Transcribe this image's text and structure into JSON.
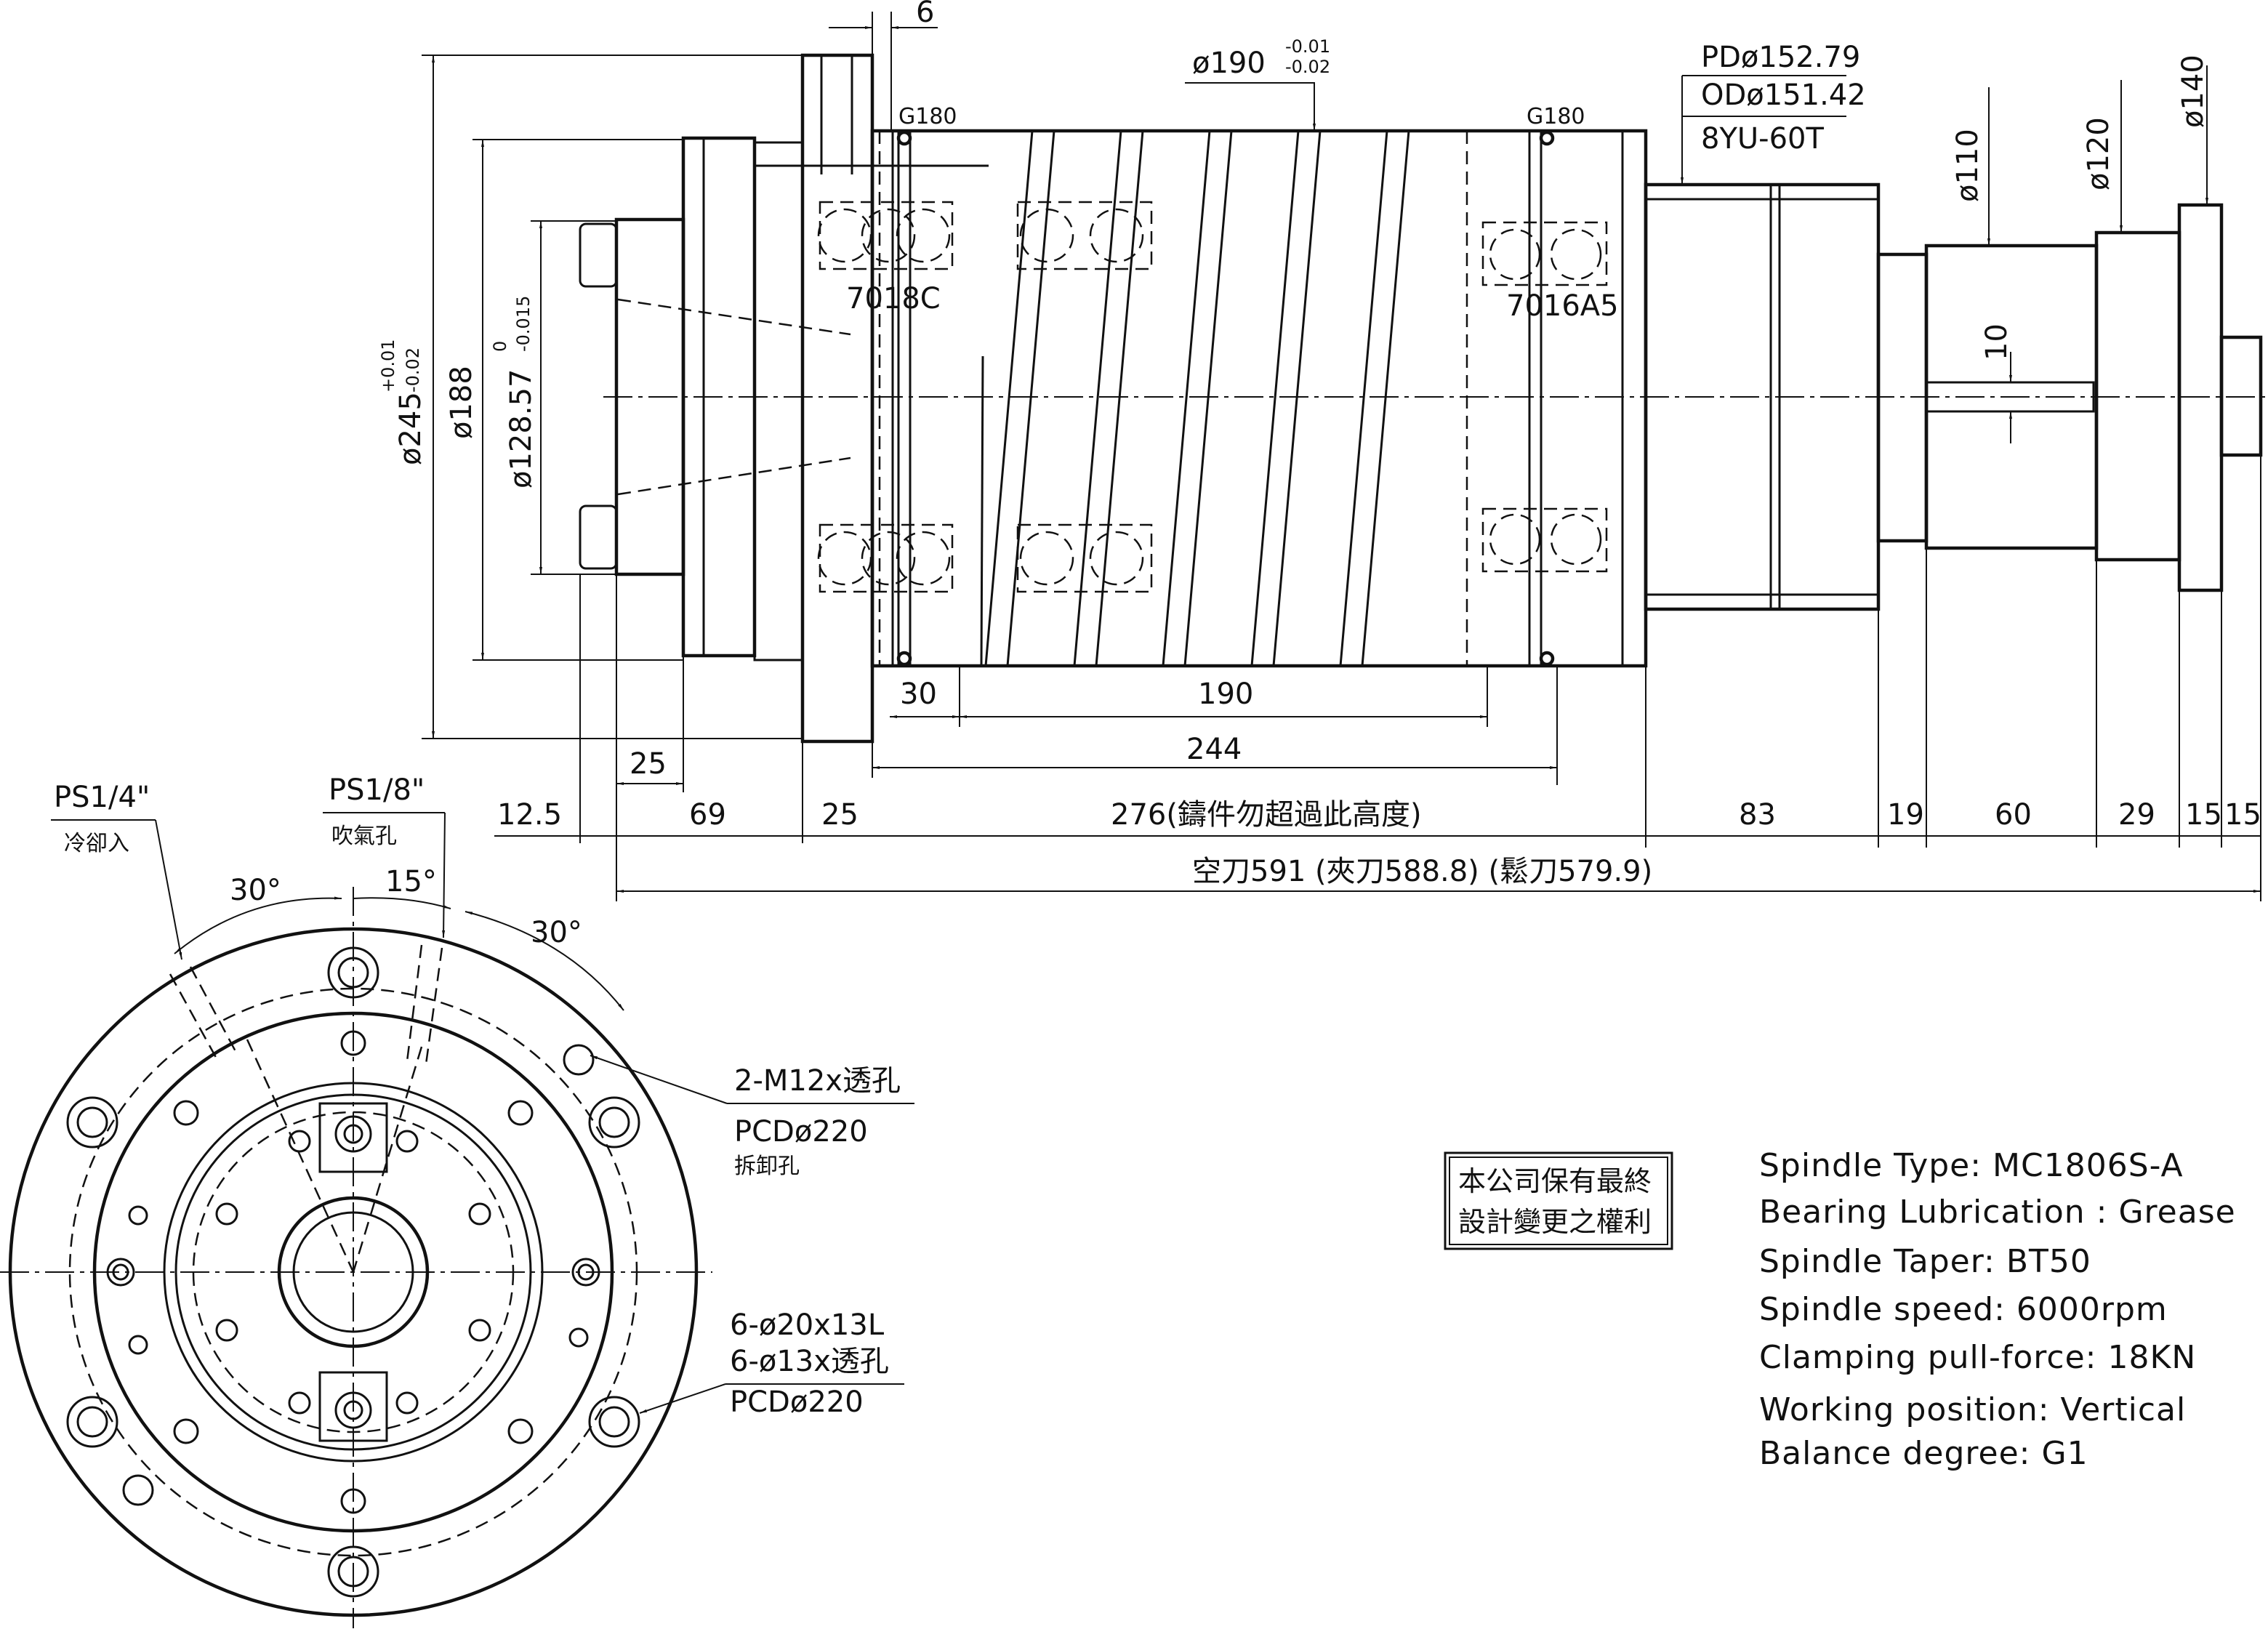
{
  "spindle": {
    "dims": {
      "d6": "6",
      "d190tol": "ø190",
      "d190tol_up": "-0.01",
      "d190tol_lo": "-0.02",
      "pd": "PDø152.79",
      "od": "ODø151.42",
      "belt": "8YU-60T",
      "d110": "ø110",
      "d120": "ø120",
      "d140": "ø140",
      "g180a": "G180",
      "g180b": "G180",
      "b7018": "7018C",
      "b7016": "7016A5",
      "d245": "ø245",
      "d245_up": "+0.01",
      "d245_lo": "-0.02",
      "d188": "ø188",
      "d128": "ø128.57",
      "d128_up": "0",
      "d128_lo": "-0.015",
      "d10": "10",
      "d30": "30",
      "d190": "190",
      "d244": "244",
      "d25a": "25",
      "d12_5": "12.5",
      "d69": "69",
      "d25b": "25",
      "d276": "276(鑄件勿超過此高度)",
      "d83": "83",
      "d19": "19",
      "d60": "60",
      "d29": "29",
      "d15a": "15",
      "d15b": "15",
      "total": "空刀591 (夾刀588.8) (鬆刀579.9)"
    }
  },
  "front_view": {
    "ps14": "PS1/4\"",
    "ps14_note": "冷卻入",
    "ps18": "PS1/8\"",
    "ps18_note": "吹氣孔",
    "ang30a": "30°",
    "ang15": "15°",
    "ang30b": "30°",
    "m12": "2-M12x透孔",
    "pcd220a": "PCDø220",
    "m12_note": "拆卸孔",
    "h20": "6-ø20x13L",
    "h13": "6-ø13x透孔",
    "pcd220b": "PCDø220"
  },
  "notice": {
    "line1": "本公司保有最終",
    "line2": "設計變更之權利"
  },
  "specs": [
    "Spindle  Type:  MC1806S-A",
    "Bearing  Lubrication  :  Grease",
    "Spindle  Taper:  BT50",
    "Spindle  speed:  6000rpm",
    "Clamping  pull-force:  18KN",
    "Working  position:  Vertical",
    "Balance  degree:  G1"
  ]
}
